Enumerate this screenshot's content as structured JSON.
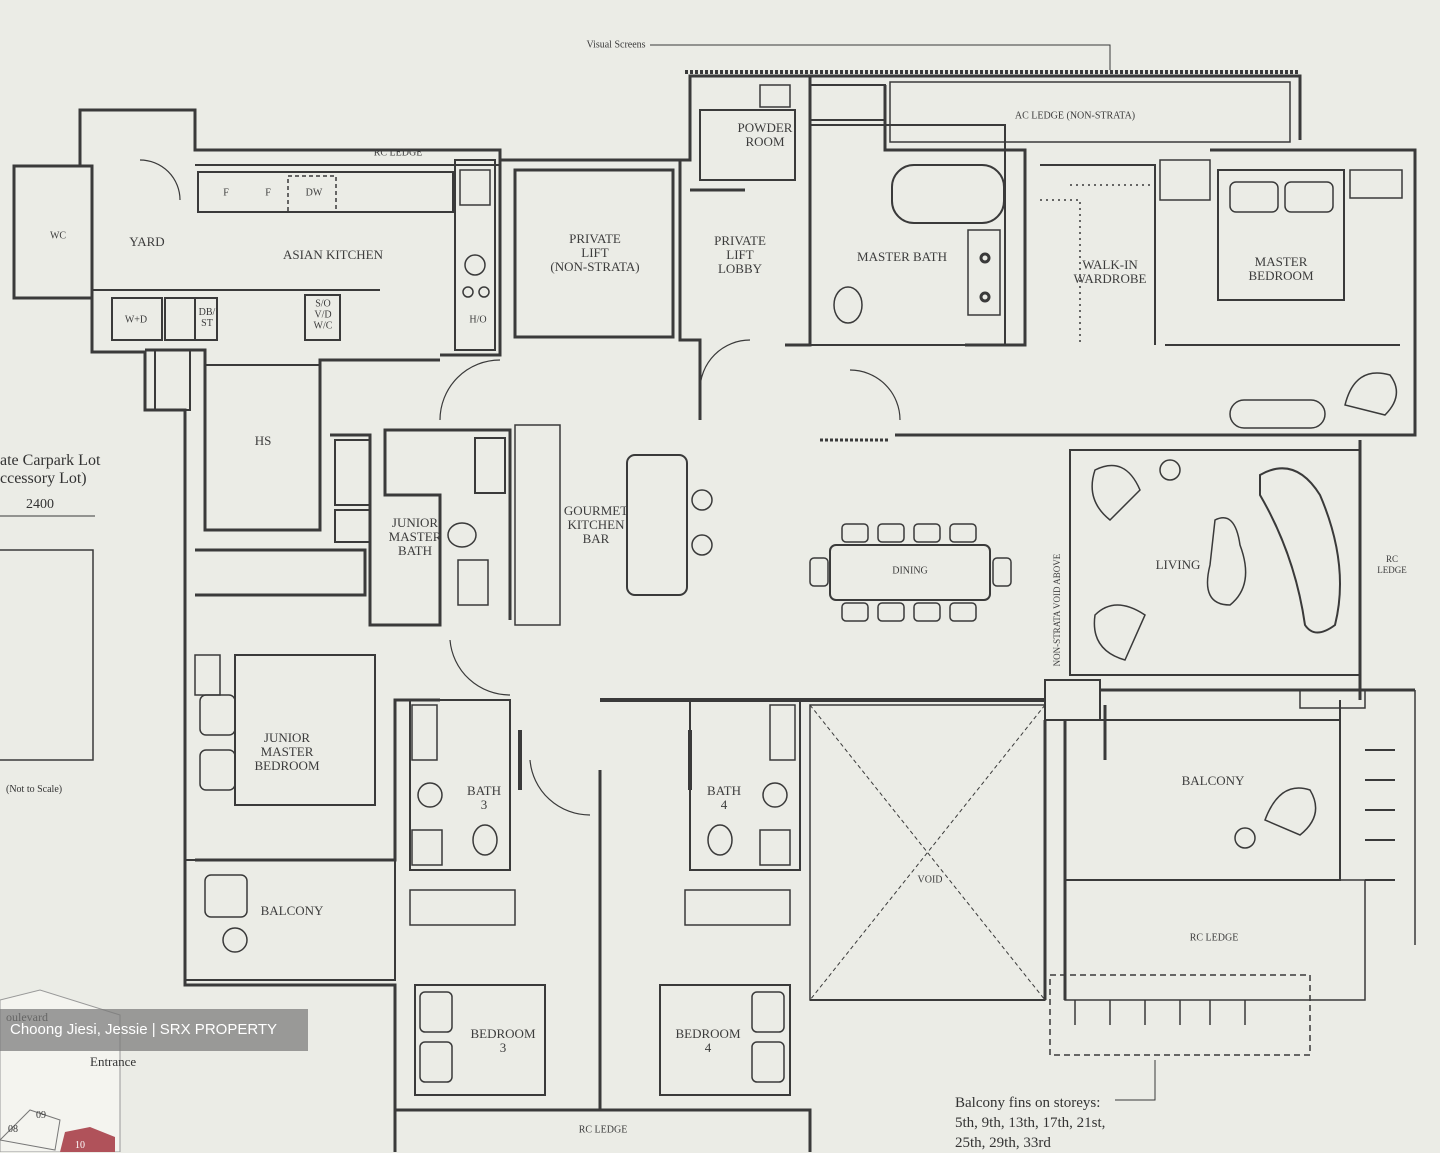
{
  "rooms": {
    "yard": "YARD",
    "wc": "WC",
    "wd": "W+D",
    "db_st": "DB/\nST",
    "asian_kitchen": "ASIAN KITCHEN",
    "f1": "F",
    "f2": "F",
    "dw": "DW",
    "ho": "H/O",
    "sovdwc": "S/O\nV/D\nW/C",
    "hs": "HS",
    "private_lift": "PRIVATE\nLIFT\n(non-strata)",
    "private_lift_lobby": "PRIVATE\nLIFT\nLOBBY",
    "powder_room": "POWDER\nROOM",
    "master_bath": "MASTER BATH",
    "walk_in_wardrobe": "WALK-IN\nWARDROBE",
    "master_bedroom": "MASTER\nBEDROOM",
    "junior_master_bath": "JUNIOR\nMASTER\nBATH",
    "gourmet_kitchen_bar": "GOURMET\nKITCHEN\nBAR",
    "dining": "DINING",
    "living": "LIVING",
    "junior_master_bedroom": "JUNIOR\nMASTER\nBEDROOM",
    "bath3": "BATH\n3",
    "bath4": "BATH\n4",
    "void": "VOID",
    "balcony_left": "BALCONY",
    "balcony_right": "BALCONY",
    "bedroom3": "BEDROOM\n3",
    "bedroom4": "BEDROOM\n4"
  },
  "annotations": {
    "visual_screens": "Visual Screens",
    "ac_ledge": "AC LEDGE (NON-STRATA)",
    "rc_ledge_top": "RC LEDGE",
    "rc_ledge_right": "RC LEDGE",
    "rc_ledge_bottom": "RC LEDGE",
    "rc_side": "RC\nLEDGE",
    "non_strata_void": "NON-STRATA VOID ABOVE",
    "carpark_title": "ate Carpark Lot\nccessory Lot)",
    "carpark_dim": "2400",
    "not_to_scale": "(Not to Scale)",
    "balcony_fins": "Balcony fins on storeys:\n5th, 9th, 13th, 17th, 21st,\n25th, 29th, 33rd"
  },
  "keyplan": {
    "boulevard": "oulevard",
    "entrance": "Entrance",
    "unit_a": "08",
    "unit_b": "09",
    "unit_c": "10"
  },
  "watermark": "Choong Jiesi, Jessie | SRX PROPERTY",
  "colors": {
    "background": "#ebece6",
    "wall": "#3a3a3a",
    "keyplan_unit": "#b0525a"
  }
}
